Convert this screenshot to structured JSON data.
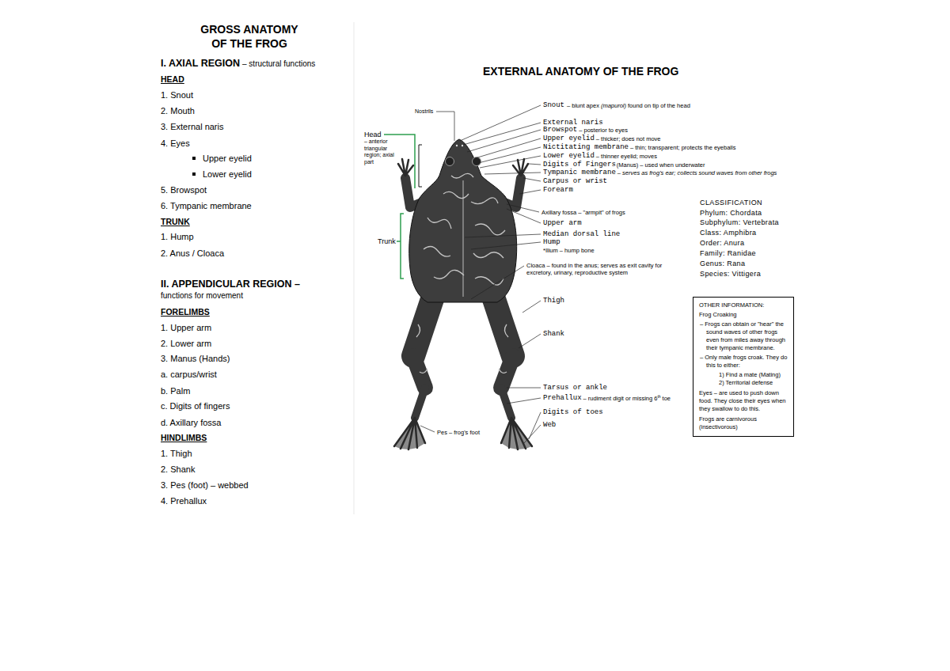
{
  "diagram": {
    "title": "GROSS ANATOMY OF THE FROG",
    "nodes": [
      {
        "text": [
          "OTHER INFORMATION:",
          "Frog Croaking",
          "– Frogs can obtain or \"hear\" the sound waves of other frogs even from miles away through their tympanic membrane.",
          "– Only male frogs croak. They do this to either:",
          "1) Find a mate (Mating)",
          "2) Territorial defense",
          "Eyes – are used to push down food. They close their eyes when they swallow to do this.",
          "Frogs are carnivorous (insectivorous)"
        ]
      }
    ],
    "labels": [
      "EXTERNAL ANATOMY OF THE FROG",
      "I. AXIAL REGION",
      "– structural functions",
      "HEAD",
      "1. Snout",
      "2. Mouth",
      "3. External naris",
      "4. Eyes",
      "Upper eyelid",
      "Lower eyelid",
      "5. Browspot",
      "6. Tympanic membrane",
      "TRUNK",
      "1. Hump",
      "2. Anus / Cloaca",
      "II. APPENDICULAR REGION –",
      "functions for movement",
      "FORELIMBS",
      "1. Upper arm",
      "2. Lower arm",
      "3. Manus (Hands)",
      "a. carpus/wrist",
      "b. Palm",
      "c. Digits of fingers",
      "d. Axillary fossa",
      "HINDLIMBS",
      "1. Thigh",
      "2. Shank",
      "3. Pes (foot) – webbed",
      "4. Prehallux",
      "Nostrils",
      "Head",
      "– anterior triangular region; axial part",
      "Trunk",
      "Snout",
      "– blunt apex",
      "(mapurol)",
      "found on tip of the head",
      "External naris",
      "Browspot",
      "– posterior to eyes",
      "Upper eyelid",
      "– thicker; does not move",
      "Nictitating membrane",
      "– thin; transparent; protects the eyeballs",
      "Lower eyelid",
      "– thinner eyelid; moves",
      "Digits of Fingers",
      "(Manus)",
      "– used when underwater",
      "Tympanic membrane",
      "– serves as frog's ear; collects sound waves from other frogs",
      "Carpus or wrist",
      "Forearm",
      "Axillary fossa – \"armpit\" of frogs",
      "Upper arm",
      "Median dorsal line",
      "Hump",
      "*Ilium – hump bone",
      "Cloaca – found in the anus; serves as exit cavity for excretory, urinary, reproductive system",
      "Thigh",
      "Shank",
      "Tarsus or ankle",
      "Prehallux",
      "– rudiment digit or missing 6",
      "th",
      "toe",
      "Digits of toes",
      "Web",
      "Pes – frog's foot",
      "CLASSIFICATION",
      "Phylum: Chordata",
      "Subphylum: Vertebrata",
      "Class: Amphibra",
      "Order: Anura",
      "Family: Ranidae",
      "Genus: Rana",
      "Species: Vittigera"
    ]
  }
}
